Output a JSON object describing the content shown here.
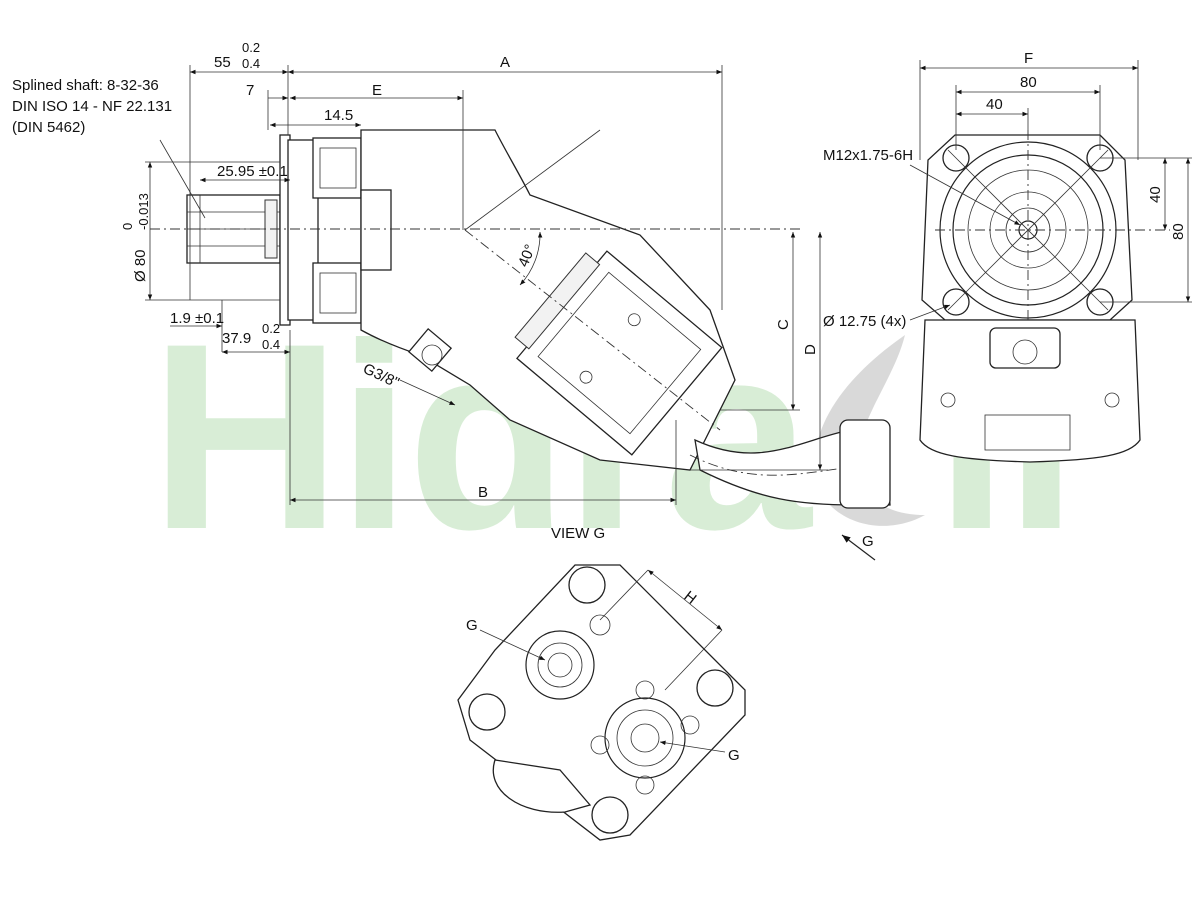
{
  "watermark": {
    "text": "Hidraoil",
    "letters_left": "Hidra",
    "letters_right": "il"
  },
  "side_view": {
    "shaft_note_line1": "Splined shaft: 8-32-36",
    "shaft_note_line2": "DIN ISO 14 - NF 22.131",
    "shaft_note_line3": "(DIN 5462)",
    "dim_55": "55",
    "dim_55_tol_plus": "0.2",
    "dim_55_tol_minus": "0.4",
    "dim_A": "A",
    "dim_7": "7",
    "dim_E": "E",
    "dim_14_5": "14.5",
    "dim_25_95": "25.95 ±0.1",
    "dim_diameter_80": "Ø 80",
    "dim_diameter_80_tol_upper": "0",
    "dim_diameter_80_tol_lower": "-0.013",
    "dim_1_9": "1.9 ±0.1",
    "dim_37_9": "37.9",
    "dim_37_9_tol_plus": "0.2",
    "dim_37_9_tol_minus": "0.4",
    "dim_angle": "40°",
    "dim_C": "C",
    "dim_D": "D",
    "dim_B": "B",
    "port_label": "G3/8\"",
    "view_arrow_label": "G"
  },
  "front_view": {
    "dim_F": "F",
    "dim_80_top": "80",
    "dim_40_top": "40",
    "thread_label": "M12x1.75-6H",
    "dim_40_right": "40",
    "dim_80_right": "80",
    "hole_label": "Ø 12.75 (4x)"
  },
  "view_g": {
    "title": "VIEW G",
    "dim_H": "H",
    "port_label_left": "G",
    "port_label_right": "G"
  }
}
